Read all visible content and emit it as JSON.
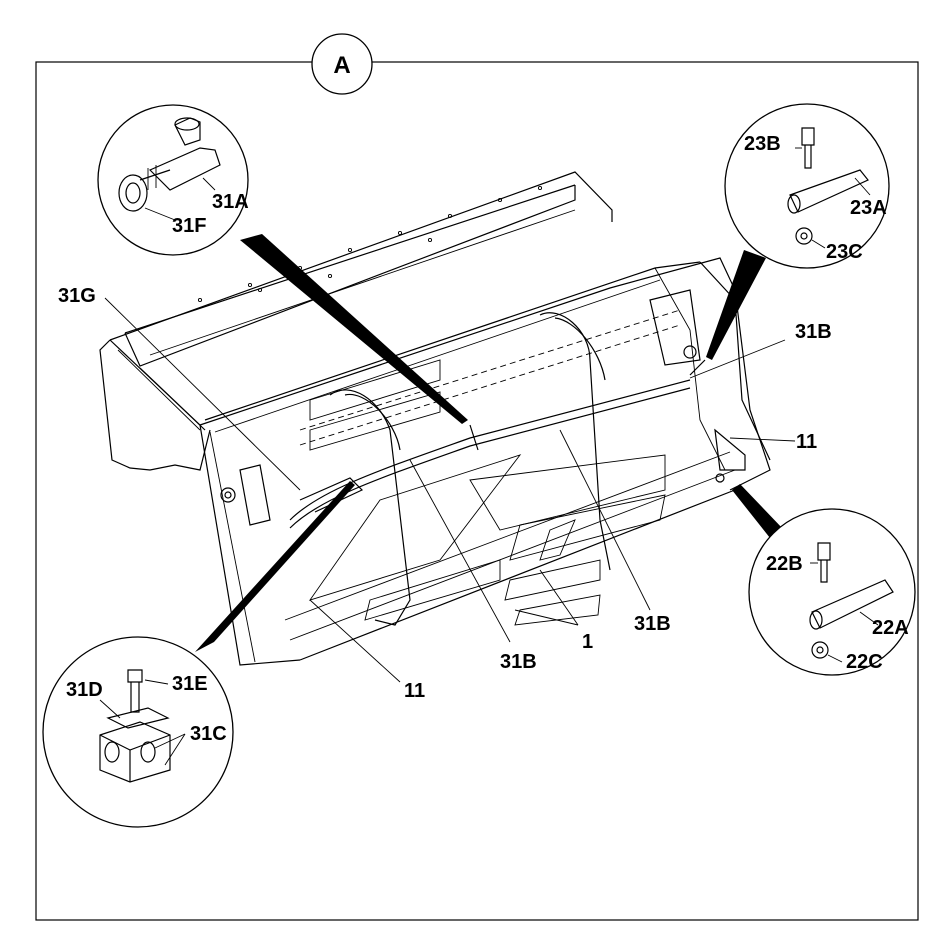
{
  "view_label": "A",
  "callouts": {
    "c31A": "31A",
    "c31F": "31F",
    "c31G": "31G",
    "c23B": "23B",
    "c23A": "23A",
    "c23C": "23C",
    "c31B_top": "31B",
    "c11_right": "11",
    "c22B": "22B",
    "c22A": "22A",
    "c22C": "22C",
    "c31B_mid": "31B",
    "c1": "1",
    "c31B_bottom": "31B",
    "c11_bottom": "11",
    "c31D": "31D",
    "c31E": "31E",
    "c31C": "31C"
  },
  "colors": {
    "line": "#000000",
    "background": "#ffffff"
  }
}
